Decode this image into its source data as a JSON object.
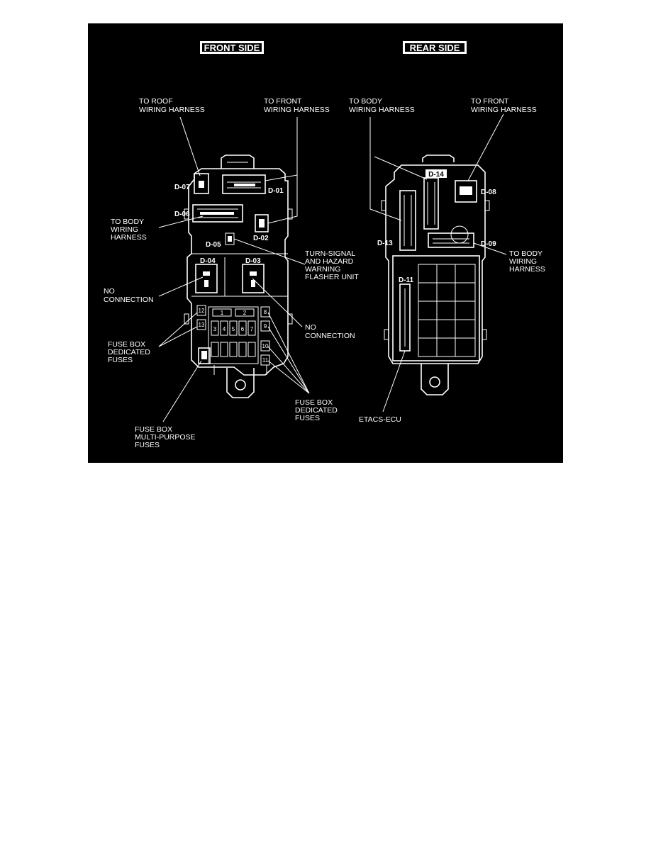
{
  "headers": {
    "front": "FRONT SIDE",
    "rear": "REAR SIDE"
  },
  "front": {
    "labels": {
      "roof_l1": "TO ROOF",
      "roof_l2": "WIRING HARNESS",
      "frontwh_l1": "TO FRONT",
      "frontwh_l2": "WIRING HARNESS",
      "body_l1": "TO BODY",
      "body_l2": "WIRING",
      "body_l3": "HARNESS",
      "turn_l1": "TURN-SIGNAL",
      "turn_l2": "AND HAZARD",
      "turn_l3": "WARNING",
      "turn_l4": "FLASHER UNIT",
      "nc1_l1": "NO",
      "nc1_l2": "CONNECTION",
      "nc2_l1": "NO",
      "nc2_l2": "CONNECTION",
      "fbd_l1": "FUSE BOX",
      "fbd_l2": "DEDICATED",
      "fbd_l3": "FUSES",
      "fbd2_l1": "FUSE BOX",
      "fbd2_l2": "DEDICATED",
      "fbd2_l3": "FUSES",
      "fbm_l1": "FUSE BOX",
      "fbm_l2": "MULTI-PURPOSE",
      "fbm_l3": "FUSES"
    },
    "codes": {
      "d07": "D-07",
      "d01": "D-01",
      "d06": "D-06",
      "d02": "D-02",
      "d05": "D-05",
      "d04": "D-04",
      "d03": "D-03"
    },
    "fuses": [
      "1",
      "2",
      "3",
      "4",
      "5",
      "6",
      "7",
      "8",
      "9",
      "10",
      "11",
      "12",
      "13"
    ]
  },
  "rear": {
    "labels": {
      "body_l1": "TO BODY",
      "body_l2": "WIRING HARNESS",
      "frontwh_l1": "TO FRONT",
      "frontwh_l2": "WIRING HARNESS",
      "body2_l1": "TO BODY",
      "body2_l2": "WIRING",
      "body2_l3": "HARNESS",
      "etacs": "ETACS-ECU"
    },
    "codes": {
      "d14": "D-14",
      "d08": "D-08",
      "d13": "D-13",
      "d09": "D-09",
      "d11": "D-11"
    }
  }
}
